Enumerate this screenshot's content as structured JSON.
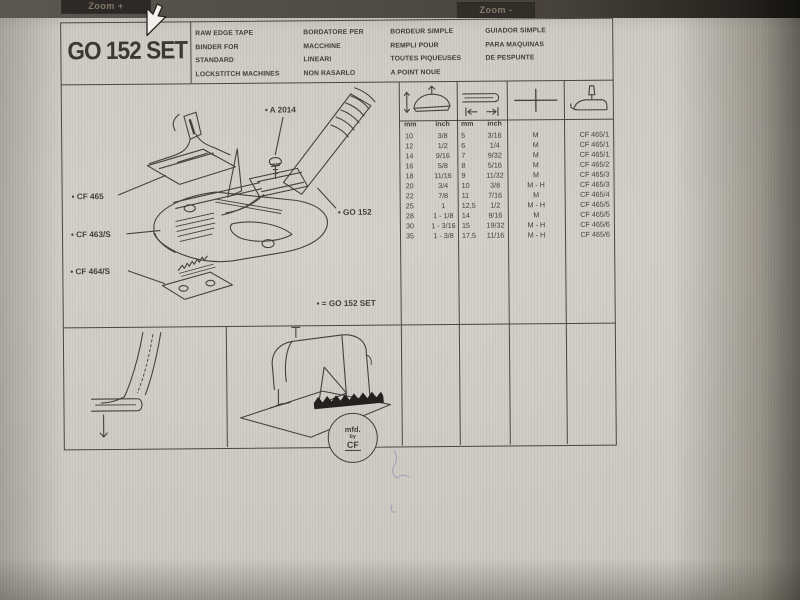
{
  "overlay": {
    "zoom_in_label": "Zoom +",
    "zoom_out_label": "Zoom -"
  },
  "header": {
    "title": "GO 152 SET",
    "descriptions": [
      {
        "lines": [
          "RAW EDGE TAPE",
          "BINDER FOR",
          "STANDARD",
          "LOCKSTITCH MACHINES"
        ]
      },
      {
        "lines": [
          "BORDATORE PER",
          "MACCHINE",
          "LINEARI",
          "NON RASARLO"
        ]
      },
      {
        "lines": [
          "BORDEUR SIMPLE",
          "REMPLI POUR",
          "TOUTES PIQUEUSES",
          "A POINT NOUE"
        ]
      },
      {
        "lines": [
          "GUIADOR SIMPLE",
          "PARA MAQUINAS",
          "DE PESPUNTE"
        ]
      }
    ]
  },
  "diagram": {
    "labels": {
      "a2014": "• A 2014",
      "cf465": "• CF 465",
      "cf463s": "• CF 463/S",
      "cf464s": "• CF 464/S",
      "go152": "• GO 152",
      "set_note": "• = GO 152 SET"
    }
  },
  "footer_logo": {
    "line1": "mfd.",
    "line2": "by",
    "line3": "CF"
  },
  "table": {
    "icon_names": [
      "binder-height-icon",
      "tape-width-icon",
      "needle-position-icon",
      "presser-foot-icon"
    ],
    "subheaders": [
      "mm",
      "inch",
      "mm",
      "inch"
    ],
    "rows": [
      {
        "mm1": "10",
        "inch1": "3/8",
        "mm2": "5",
        "inch2": "3/16",
        "m": "M",
        "cf": "CF 465/1"
      },
      {
        "mm1": "12",
        "inch1": "1/2",
        "mm2": "6",
        "inch2": "1/4",
        "m": "M",
        "cf": "CF 465/1"
      },
      {
        "mm1": "14",
        "inch1": "9/16",
        "mm2": "7",
        "inch2": "9/32",
        "m": "M",
        "cf": "CF 465/1"
      },
      {
        "mm1": "16",
        "inch1": "5/8",
        "mm2": "8",
        "inch2": "5/16",
        "m": "M",
        "cf": "CF 465/2"
      },
      {
        "mm1": "18",
        "inch1": "11/16",
        "mm2": "9",
        "inch2": "11/32",
        "m": "M",
        "cf": "CF 465/3"
      },
      {
        "mm1": "20",
        "inch1": "3/4",
        "mm2": "10",
        "inch2": "3/8",
        "m": "M - H",
        "cf": "CF 465/3"
      },
      {
        "mm1": "22",
        "inch1": "7/8",
        "mm2": "11",
        "inch2": "7/16",
        "m": "M",
        "cf": "CF 465/4"
      },
      {
        "mm1": "25",
        "inch1": "1",
        "mm2": "12,5",
        "inch2": "1/2",
        "m": "M - H",
        "cf": "CF 465/5"
      },
      {
        "mm1": "28",
        "inch1": "1 - 1/8",
        "mm2": "14",
        "inch2": "9/16",
        "m": "M",
        "cf": "CF 465/5"
      },
      {
        "mm1": "30",
        "inch1": "1 - 3/16",
        "mm2": "15",
        "inch2": "19/32",
        "m": "M - H",
        "cf": "CF 465/6"
      },
      {
        "mm1": "35",
        "inch1": "1 - 3/8",
        "mm2": "17,5",
        "inch2": "11/16",
        "m": "M - H",
        "cf": "CF 465/6"
      }
    ]
  },
  "colors": {
    "paper": "#cdcac3",
    "ink": "#3b3934",
    "frame_line": "#45423c",
    "toolbar_dark": "#3f3b36",
    "pen_ink": "#7b80ad"
  }
}
